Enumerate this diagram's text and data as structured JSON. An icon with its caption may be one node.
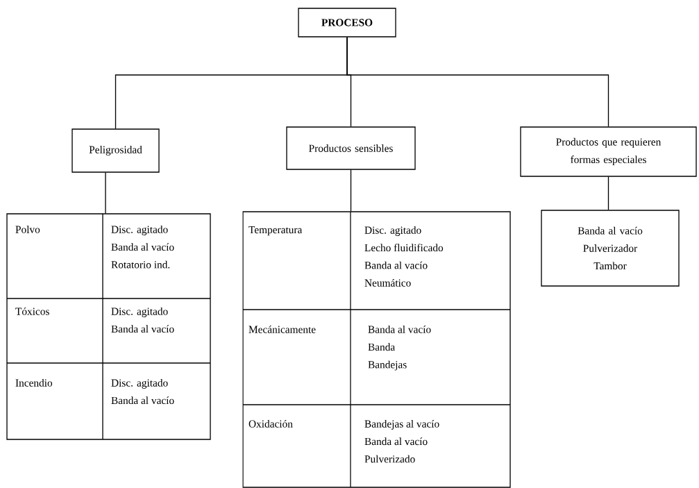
{
  "diagram": {
    "nodes": [
      {
        "text": [
          "PROCESO"
        ]
      },
      {
        "text": [
          "Peligrosidad"
        ]
      },
      {
        "text": [
          "Productos sensibles"
        ]
      },
      {
        "text": [
          "Productos que requieren formas especiales"
        ]
      },
      {
        "text": [],
        "shape": "box"
      },
      {
        "text": [
          "Polvo"
        ],
        "in": 4
      },
      {
        "text": [
          "Disc. agitado",
          "Banda al vacío",
          "Rotatorio ind."
        ],
        "in": 4
      },
      {
        "text": [
          "Tóxicos"
        ],
        "in": 4
      },
      {
        "text": [
          "Disc. agitado",
          "Banda al vacío"
        ],
        "in": 4
      },
      {
        "text": [
          "Incendio"
        ],
        "in": 4
      },
      {
        "text": [
          "Disc. agitado",
          "Banda al vacío"
        ],
        "in": 4
      },
      {
        "text": [],
        "shape": "box"
      },
      {
        "text": [
          "Temperatura"
        ],
        "in": 11
      },
      {
        "text": [
          "Disc. agitado",
          "Lecho fluidificado",
          "Banda al vacío",
          "Neumático"
        ],
        "in": 11
      },
      {
        "text": [
          "Mecánicamente"
        ],
        "in": 11
      },
      {
        "text": [
          "Banda al vacío",
          "Banda",
          "Bandejas"
        ],
        "in": 11
      },
      {
        "text": [
          "Oxidación"
        ],
        "in": 11
      },
      {
        "text": [
          "Bandejas al vacío",
          "Banda al vacío",
          "Pulverizado"
        ],
        "in": 11
      },
      {
        "text": [
          "Banda al vacío",
          "Pulverizador",
          "Tambor"
        ]
      }
    ],
    "edges": [
      {
        "from": 0,
        "to": 1,
        "arrow": "none"
      },
      {
        "from": 0,
        "to": 2,
        "arrow": "none"
      },
      {
        "from": 0,
        "to": 3,
        "arrow": "none"
      },
      {
        "from": 1,
        "to": 4,
        "arrow": "none"
      },
      {
        "from": 2,
        "to": 11,
        "arrow": "none"
      },
      {
        "from": 3,
        "to": 18,
        "arrow": "none"
      }
    ]
  }
}
